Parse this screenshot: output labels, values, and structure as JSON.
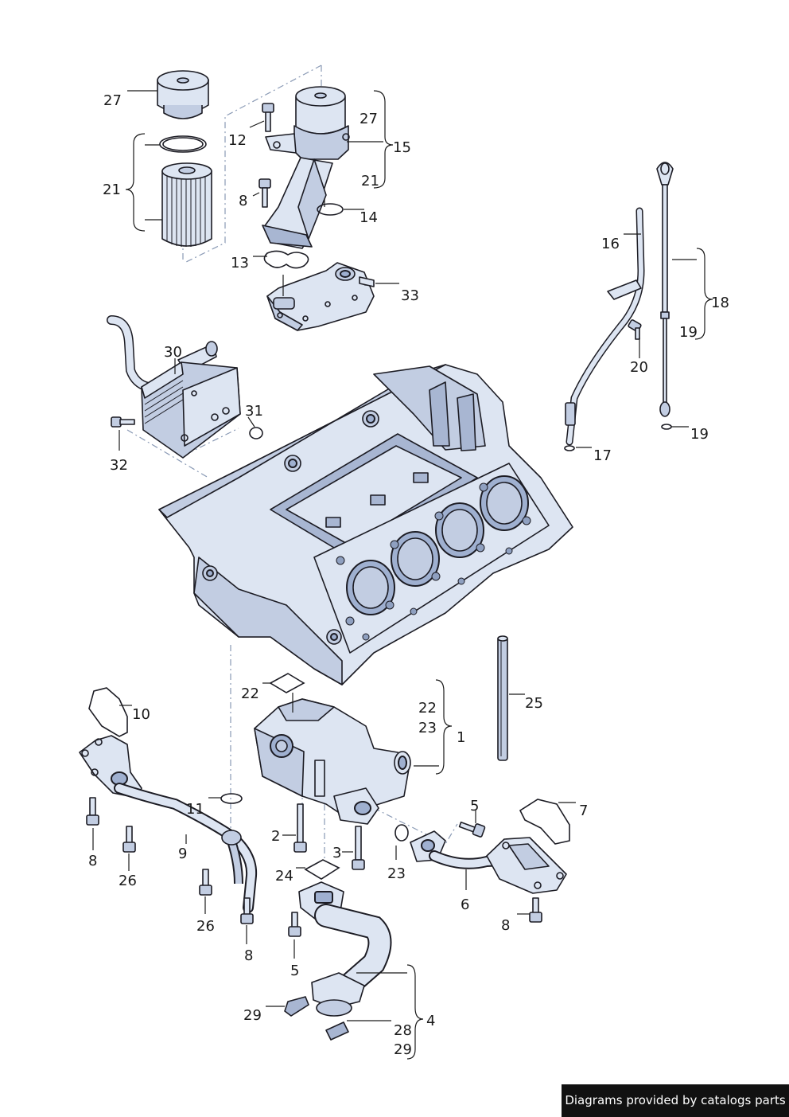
{
  "callouts": [
    {
      "id": "c27a",
      "text": "27"
    },
    {
      "id": "c21a",
      "text": "21"
    },
    {
      "id": "c12",
      "text": "12"
    },
    {
      "id": "c27b",
      "text": "27"
    },
    {
      "id": "c15",
      "text": "15"
    },
    {
      "id": "c21b",
      "text": "21"
    },
    {
      "id": "c8a",
      "text": "8"
    },
    {
      "id": "c14",
      "text": "14"
    },
    {
      "id": "c13",
      "text": "13"
    },
    {
      "id": "c33",
      "text": "33"
    },
    {
      "id": "c16",
      "text": "16"
    },
    {
      "id": "c18",
      "text": "18"
    },
    {
      "id": "c19a",
      "text": "19"
    },
    {
      "id": "c20",
      "text": "20"
    },
    {
      "id": "c19b",
      "text": "19"
    },
    {
      "id": "c17",
      "text": "17"
    },
    {
      "id": "c30",
      "text": "30"
    },
    {
      "id": "c31",
      "text": "31"
    },
    {
      "id": "c32",
      "text": "32"
    },
    {
      "id": "c22a",
      "text": "22"
    },
    {
      "id": "c22b",
      "text": "22"
    },
    {
      "id": "c23a",
      "text": "23"
    },
    {
      "id": "c1",
      "text": "1"
    },
    {
      "id": "c25",
      "text": "25"
    },
    {
      "id": "c10",
      "text": "10"
    },
    {
      "id": "c11",
      "text": "11"
    },
    {
      "id": "c2",
      "text": "2"
    },
    {
      "id": "c3",
      "text": "3"
    },
    {
      "id": "c23b",
      "text": "23"
    },
    {
      "id": "c5a",
      "text": "5"
    },
    {
      "id": "c7",
      "text": "7"
    },
    {
      "id": "c8b",
      "text": "8"
    },
    {
      "id": "c9",
      "text": "9"
    },
    {
      "id": "c26a",
      "text": "26"
    },
    {
      "id": "c24",
      "text": "24"
    },
    {
      "id": "c6",
      "text": "6"
    },
    {
      "id": "c26b",
      "text": "26"
    },
    {
      "id": "c8c",
      "text": "8"
    },
    {
      "id": "c8d",
      "text": "8"
    },
    {
      "id": "c5b",
      "text": "5"
    },
    {
      "id": "c29a",
      "text": "29"
    },
    {
      "id": "c4",
      "text": "4"
    },
    {
      "id": "c28",
      "text": "28"
    },
    {
      "id": "c29b",
      "text": "29"
    }
  ],
  "footer": {
    "credit": "Diagrams provided by catalogs parts"
  },
  "colors": {
    "part_fill": "#dde5f2",
    "part_shade": "#a8b6d2",
    "outline": "#1c1c24",
    "credit_bg": "#111111"
  }
}
